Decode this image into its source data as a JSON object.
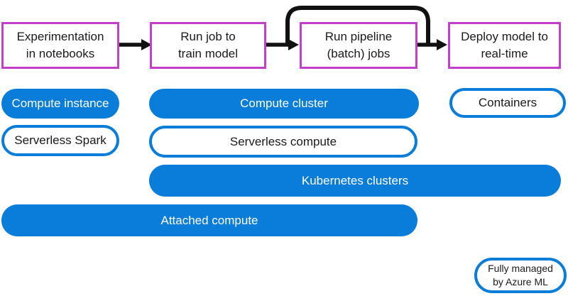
{
  "colors": {
    "blue": "#0a7cd9",
    "magenta": "#c23ecb",
    "arrow": "#111111"
  },
  "flow_boxes": [
    {
      "line1": "Experimentation",
      "line2": "in notebooks"
    },
    {
      "line1": "Run job to",
      "line2": "train model"
    },
    {
      "line1": "Run pipeline",
      "line2": "(batch) jobs"
    },
    {
      "line1": "Deploy model to",
      "line2": "real-time"
    }
  ],
  "pills": {
    "compute_instance": "Compute instance",
    "compute_cluster": "Compute cluster",
    "containers": "Containers",
    "serverless_spark": "Serverless Spark",
    "serverless_compute": "Serverless compute",
    "kubernetes_clusters": "Kubernetes clusters",
    "attached_compute": "Attached compute"
  },
  "legend": {
    "line1": "Fully managed",
    "line2": "by Azure ML"
  }
}
